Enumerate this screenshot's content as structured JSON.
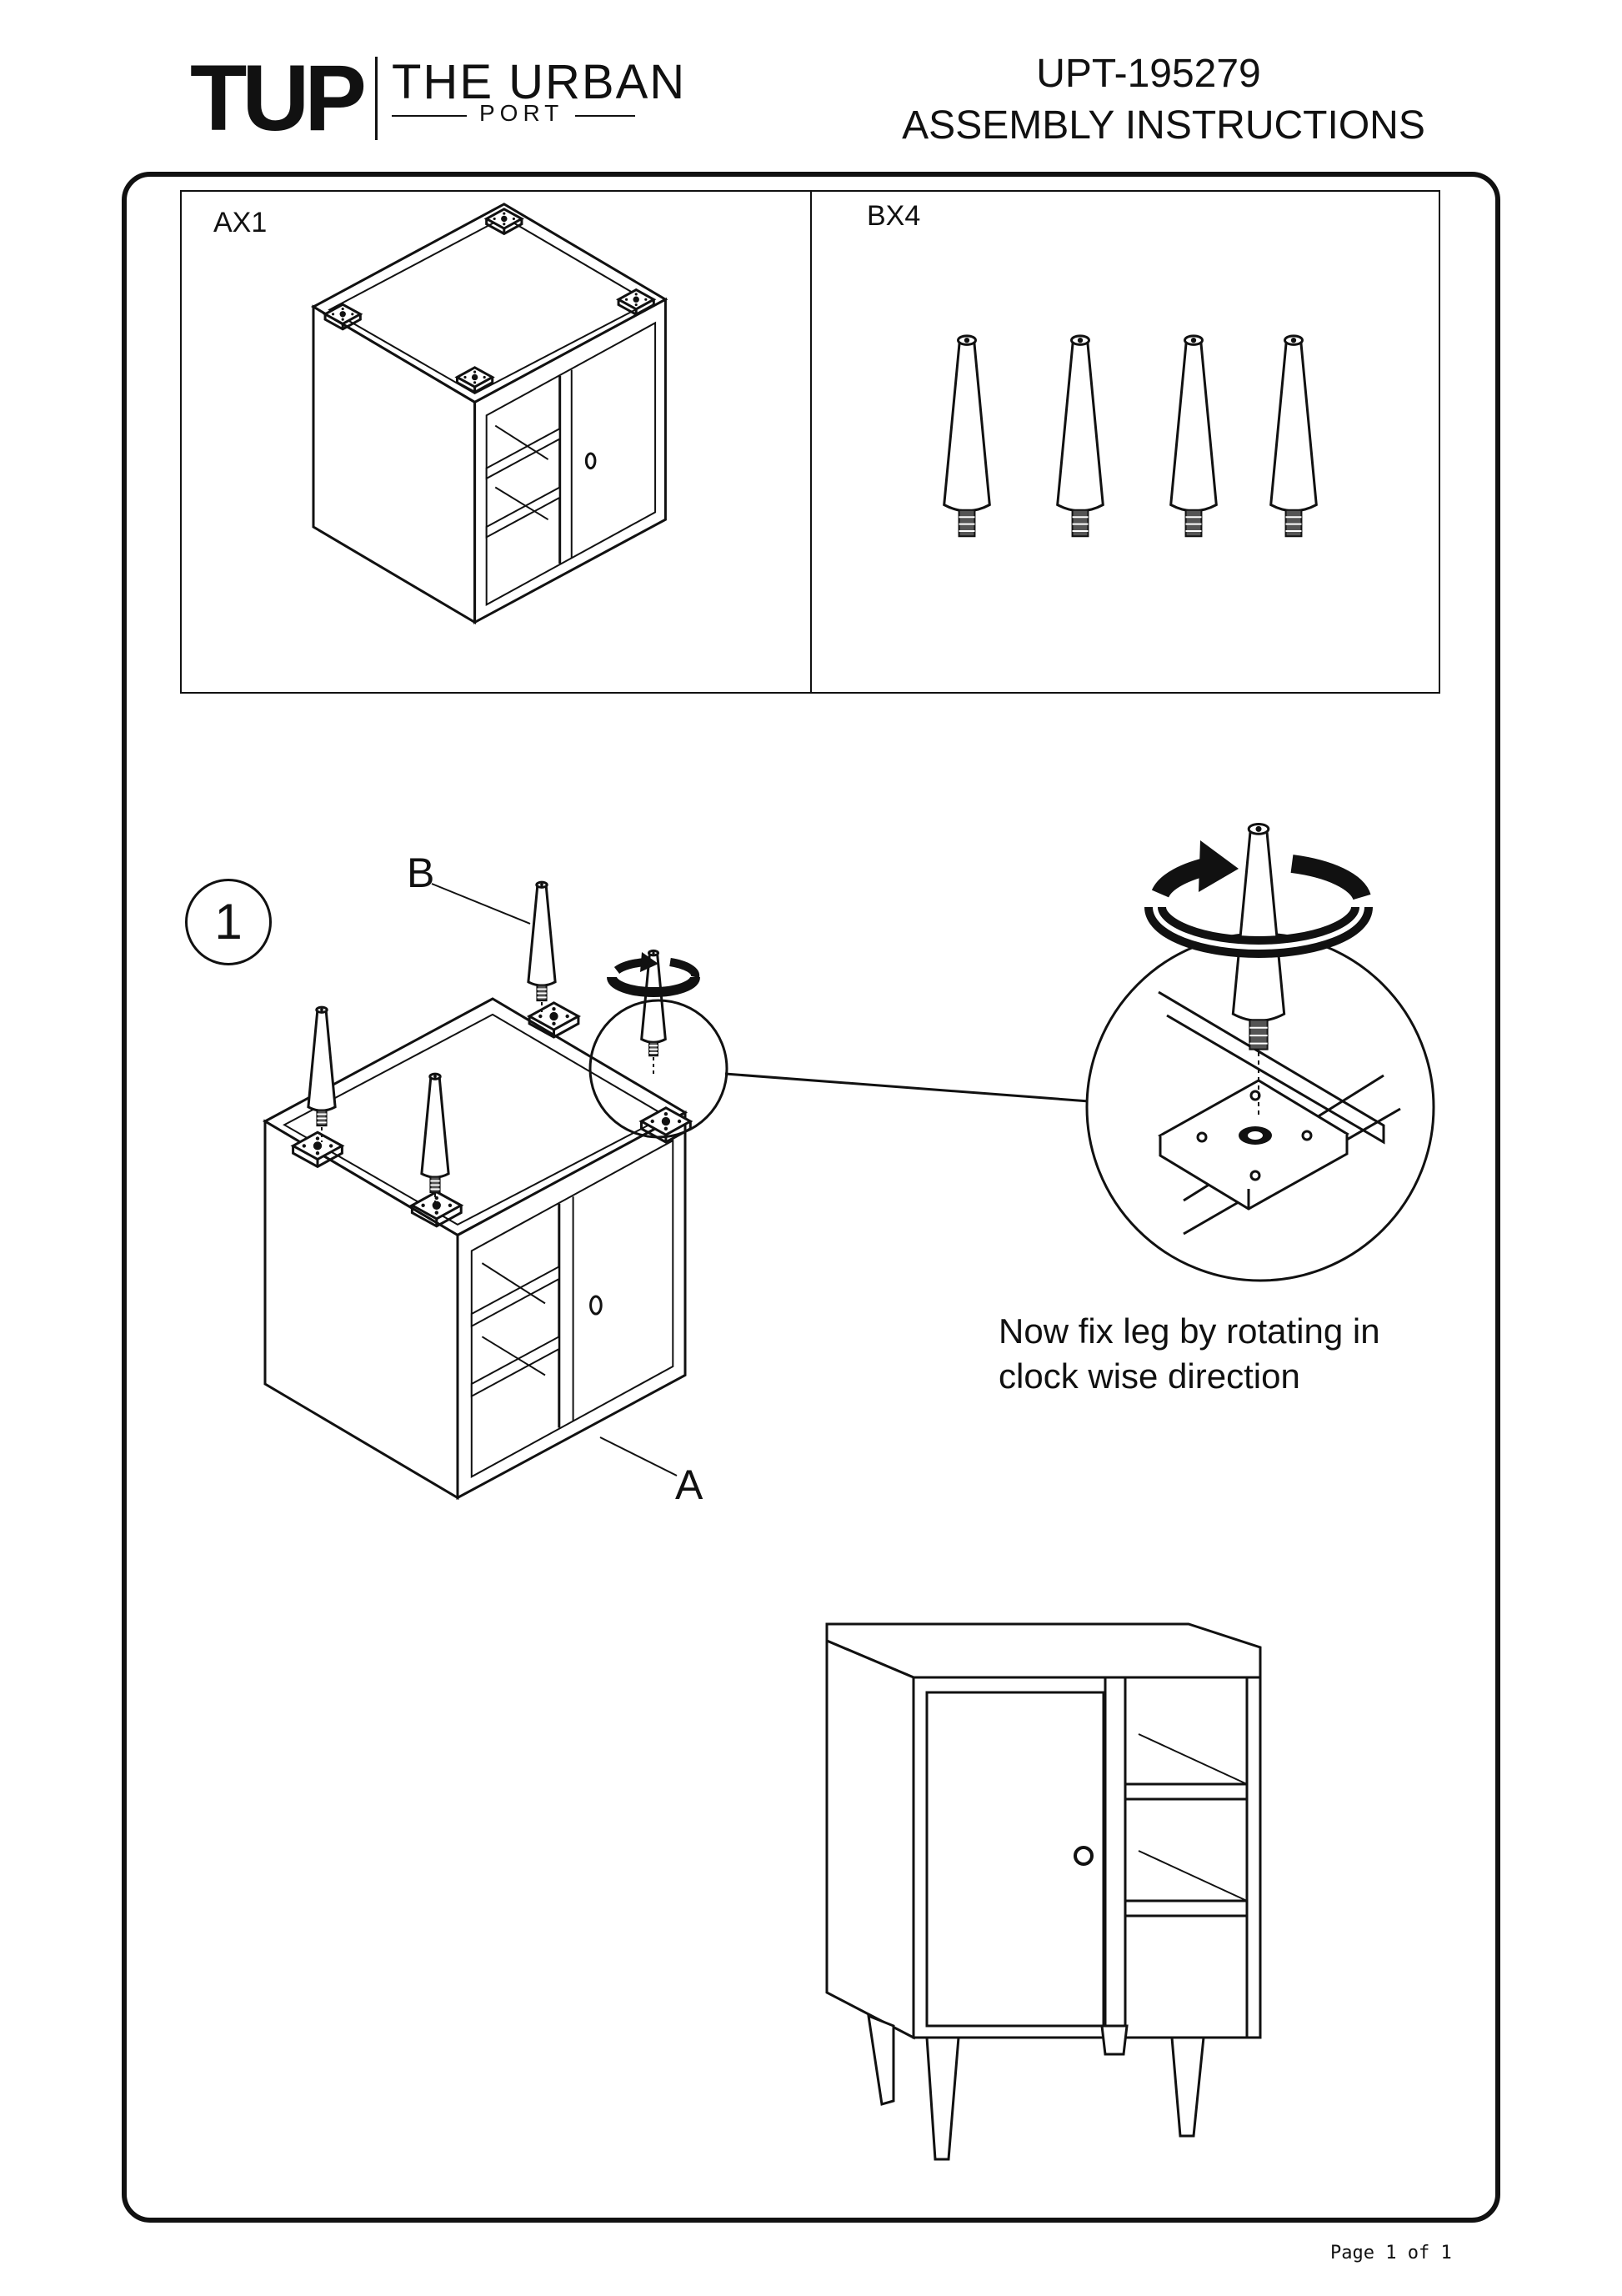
{
  "header": {
    "logo_mark": "TUP",
    "logo_name_top": "THE URBAN",
    "logo_name_bottom": "PORT",
    "product_code": "UPT-195279",
    "document_title": "ASSEMBLY INSTRUCTIONS"
  },
  "parts": [
    {
      "label": "AX1",
      "name": "Cabinet body",
      "quantity": 1
    },
    {
      "label": "BX4",
      "name": "Leg",
      "quantity": 4
    }
  ],
  "step": {
    "number": "1",
    "callout_leg": "B",
    "callout_cabinet": "A",
    "instruction_line1": "Now fix leg by rotating in",
    "instruction_line2": "clock wise direction"
  },
  "footer": {
    "page": "Page 1 of 1"
  },
  "colors": {
    "ink": "#111111",
    "paper": "#ffffff",
    "panel_gray": "#f2f2f2"
  }
}
